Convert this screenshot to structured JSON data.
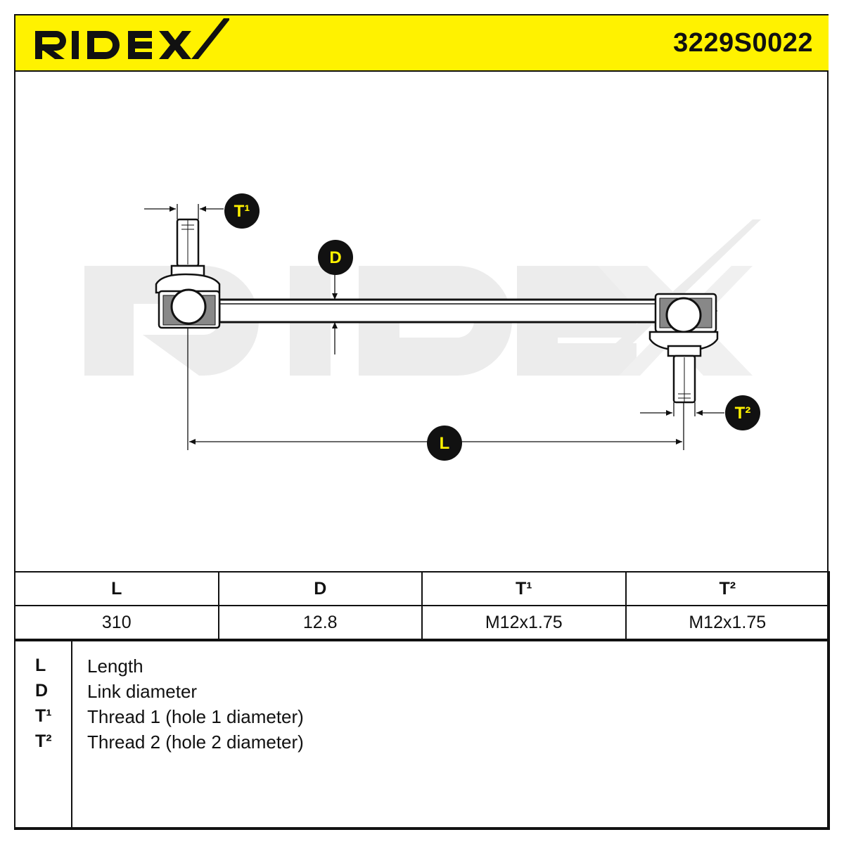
{
  "header": {
    "brand": "RIDEX",
    "part_number": "3229S0022",
    "background_color": "#fff200"
  },
  "drawing": {
    "watermark": "RIDEX",
    "badges": {
      "t1": "T¹",
      "d": "D",
      "t2": "T²",
      "l": "L"
    }
  },
  "spec_table": {
    "headers": [
      "L",
      "D",
      "T¹",
      "T²"
    ],
    "values": [
      "310",
      "12.8",
      "M12x1.75",
      "M12x1.75"
    ]
  },
  "legend": [
    {
      "symbol": "L",
      "description": "Length"
    },
    {
      "symbol": "D",
      "description": "Link diameter"
    },
    {
      "symbol": "T¹",
      "description": "Thread 1 (hole 1 diameter)"
    },
    {
      "symbol": "T²",
      "description": "Thread 2 (hole 2 diameter)"
    }
  ]
}
